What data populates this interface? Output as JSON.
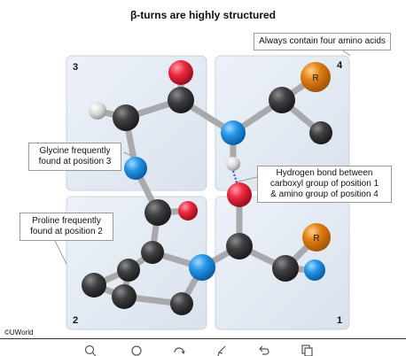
{
  "title": "β-turns are highly structured",
  "callouts": {
    "four_amino_acids": "Always contain four amino acids",
    "glycine_line1": "Glycine frequently",
    "glycine_line2": "found at position 3",
    "hbond_line1": "Hydrogen bond between",
    "hbond_line2": "carboxyl group of position 1",
    "hbond_line3": "& amino group of position 4",
    "proline_line1": "Proline frequently",
    "proline_line2": "found at position 2"
  },
  "positions": {
    "p1": "1",
    "p2": "2",
    "p3": "3",
    "p4": "4"
  },
  "r_group_label": "R",
  "credit": "©UWorld",
  "colors": {
    "panel": "#e4ebf3",
    "carbon": "#3a3a3c",
    "oxygen": "#e8243a",
    "nitrogen": "#1e90e0",
    "hydrogen": "#d8d8d8",
    "r_group": "#d97a10",
    "bond": "#a9a9ad"
  },
  "toolbar_icons": [
    "zoom-icon",
    "circle-icon",
    "rotate-icon",
    "pointer-icon",
    "undo-icon",
    "copy-icon"
  ]
}
